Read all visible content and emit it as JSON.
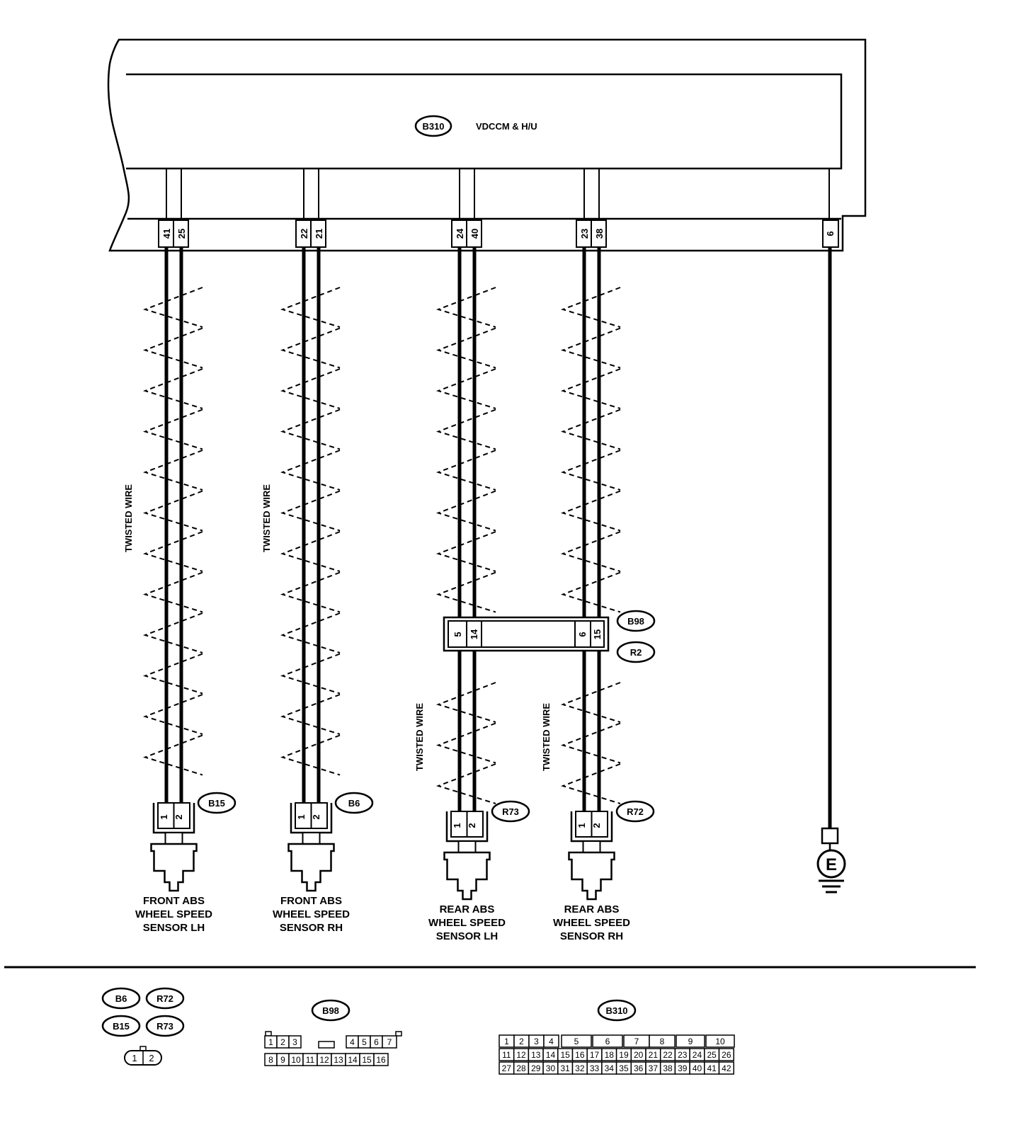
{
  "module": {
    "connector": "B310",
    "name": "VDCCM & H/U"
  },
  "twisted_label": "TWISTED WIRE",
  "ground_symbol": "E",
  "ground_pin": "6",
  "relay_connector": {
    "codes": [
      "B98",
      "R2"
    ]
  },
  "channels": [
    {
      "id": "front-lh",
      "ecm_pins": [
        "41",
        "25"
      ],
      "connector": "B15",
      "pins": [
        "1",
        "2"
      ],
      "label": [
        "FRONT ABS",
        "WHEEL SPEED",
        "SENSOR LH"
      ]
    },
    {
      "id": "front-rh",
      "ecm_pins": [
        "22",
        "21"
      ],
      "connector": "B6",
      "pins": [
        "1",
        "2"
      ],
      "label": [
        "FRONT ABS",
        "WHEEL SPEED",
        "SENSOR RH"
      ]
    },
    {
      "id": "rear-lh",
      "ecm_pins": [
        "24",
        "40"
      ],
      "relay_pins": [
        "5",
        "14"
      ],
      "connector": "R73",
      "pins": [
        "1",
        "2"
      ],
      "label": [
        "REAR ABS",
        "WHEEL SPEED",
        "SENSOR LH"
      ]
    },
    {
      "id": "rear-rh",
      "ecm_pins": [
        "23",
        "38"
      ],
      "relay_pins": [
        "6",
        "15"
      ],
      "connector": "R72",
      "pins": [
        "1",
        "2"
      ],
      "label": [
        "REAR ABS",
        "WHEEL SPEED",
        "SENSOR RH"
      ]
    }
  ],
  "legend": {
    "sensor_connectors": [
      "B6",
      "R72",
      "B15",
      "R73"
    ],
    "sensor_pins": [
      "1",
      "2"
    ],
    "b98": {
      "code": "B98",
      "row1": [
        "1",
        "2",
        "3",
        "",
        "4",
        "5",
        "6",
        "7"
      ],
      "row2": [
        "8",
        "9",
        "10",
        "11",
        "12",
        "13",
        "14",
        "15",
        "16"
      ]
    },
    "b310": {
      "code": "B310",
      "row1": [
        "1",
        "2",
        "3",
        "4",
        "",
        "5",
        "",
        "6",
        "",
        "7",
        "8",
        "",
        "9",
        "",
        "10"
      ],
      "row2": [
        "11",
        "12",
        "13",
        "14",
        "15",
        "16",
        "17",
        "18",
        "19",
        "20",
        "21",
        "22",
        "23",
        "24",
        "25",
        "26"
      ],
      "row3": [
        "27",
        "28",
        "29",
        "30",
        "31",
        "32",
        "33",
        "34",
        "35",
        "36",
        "37",
        "38",
        "39",
        "40",
        "41",
        "42"
      ]
    }
  }
}
